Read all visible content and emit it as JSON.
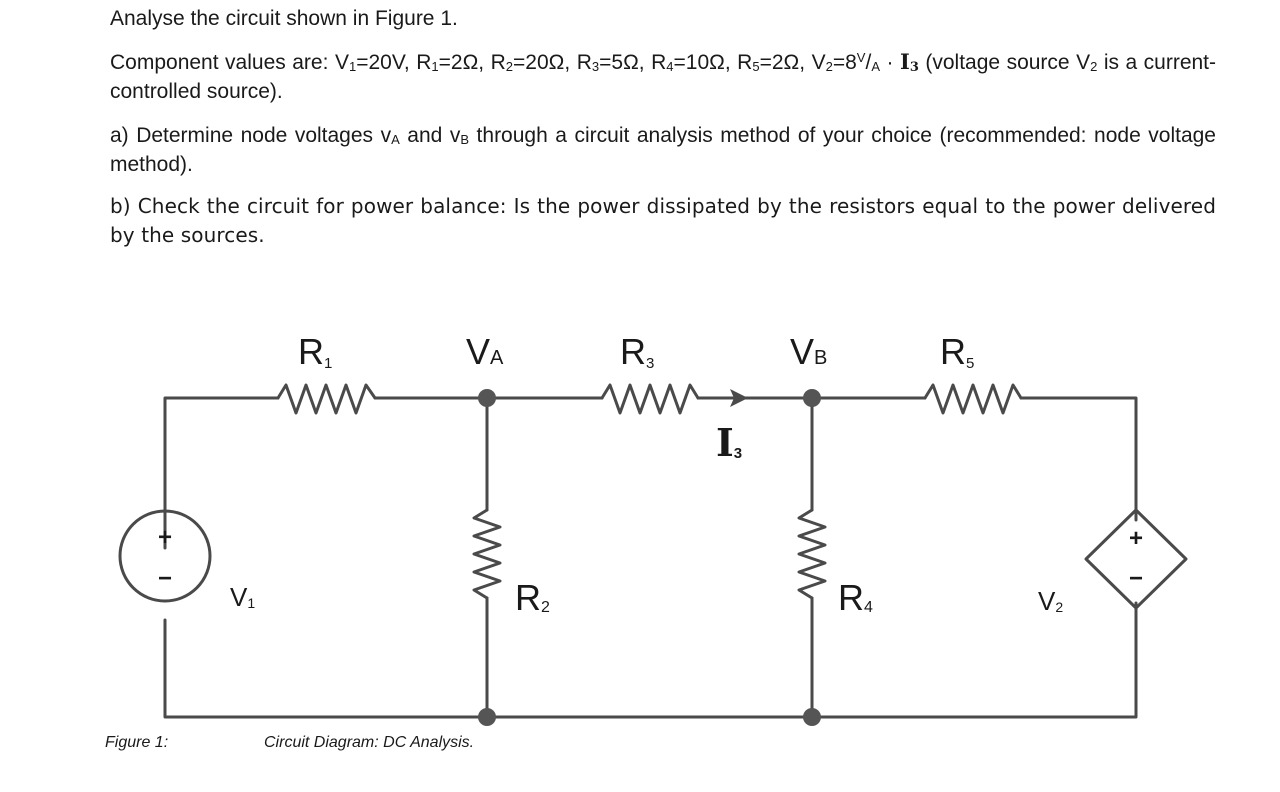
{
  "problem": {
    "intro": "Analyse the circuit shown in Figure 1.",
    "values_prefix": "Component values are: ",
    "components": [
      {
        "sym": "V",
        "sub": "1",
        "val": "=20V, "
      },
      {
        "sym": "R",
        "sub": "1",
        "val": "=2Ω, "
      },
      {
        "sym": "R",
        "sub": "2",
        "val": "=20Ω, "
      },
      {
        "sym": "R",
        "sub": "3",
        "val": "=5Ω, "
      },
      {
        "sym": "R",
        "sub": "4",
        "val": "=10Ω, "
      },
      {
        "sym": "R",
        "sub": "5",
        "val": "=2Ω, "
      },
      {
        "sym": "V",
        "sub": "2",
        "val": "=8"
      }
    ],
    "v2_unit_num": "V",
    "v2_unit_den": "A",
    "v2_mult": " · ",
    "v2_var": "I",
    "v2_var_sub": "3",
    "values_suffix": " (voltage source V",
    "values_suffix_sub": "2",
    "values_suffix_end": " is a current-controlled source).",
    "part_a": "a) Determine node voltages v",
    "part_a_sub1": "A",
    "part_a_mid": " and v",
    "part_a_sub2": "B",
    "part_a_end": " through a circuit analysis method of your choice (recommended: node voltage method).",
    "part_b": "b) Check the circuit for power balance: Is the power dissipated by the resistors equal to the power delivered by the sources."
  },
  "diagram": {
    "labels": {
      "r1": {
        "main": "R",
        "sub": "1"
      },
      "va": {
        "main": "V",
        "sub": "A"
      },
      "r3": {
        "main": "R",
        "sub": "3"
      },
      "vb": {
        "main": "V",
        "sub": "B"
      },
      "r5": {
        "main": "R",
        "sub": "5"
      },
      "i3": {
        "main": "I",
        "sub": "3"
      },
      "v1": {
        "main": "V",
        "sub": "1"
      },
      "r2": {
        "main": "R",
        "sub": "2"
      },
      "r4": {
        "main": "R",
        "sub": "4"
      },
      "v2": {
        "main": "V",
        "sub": "2"
      }
    },
    "plus_sign": "+",
    "minus_sign": "−"
  },
  "figure": {
    "label": "Figure 1:",
    "caption": "Circuit Diagram: DC Analysis."
  }
}
